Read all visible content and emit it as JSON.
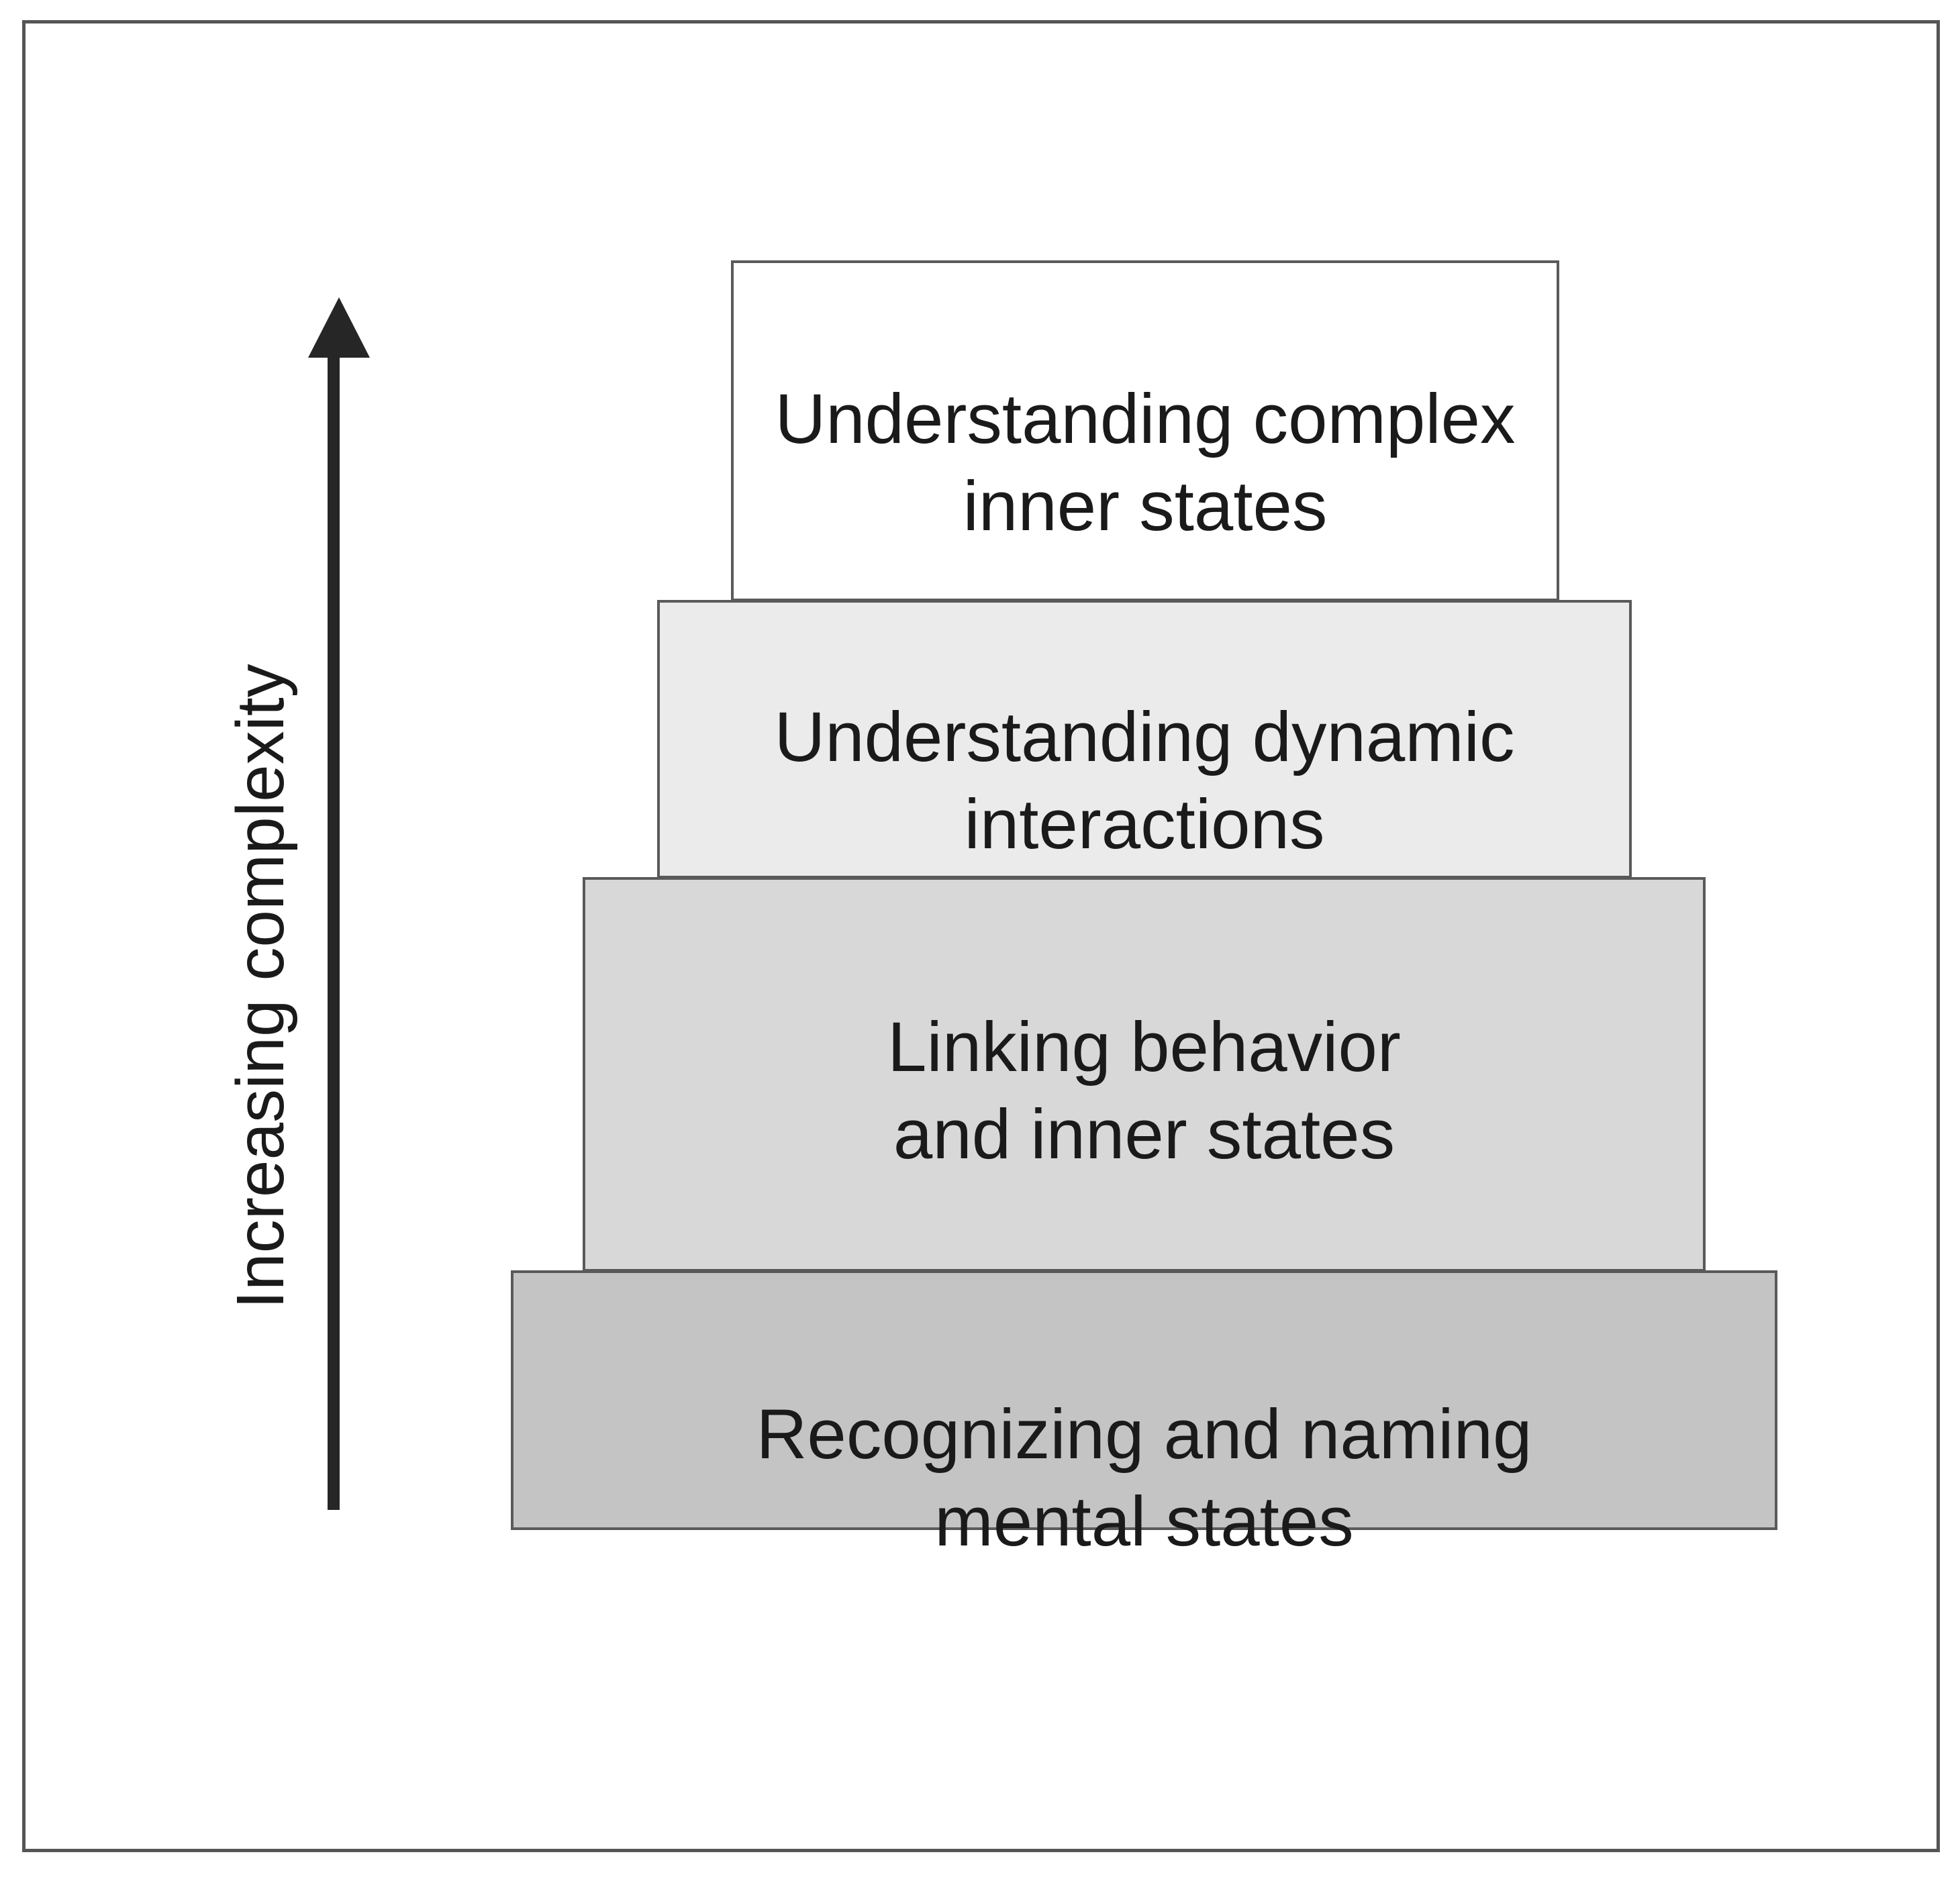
{
  "figure": {
    "type": "pyramid-diagram",
    "background_color": "#ffffff",
    "frame_color": "#555555"
  },
  "axis": {
    "label": "Increasing complexity",
    "direction": "upward",
    "arrow_color": "#262626"
  },
  "chart_data": {
    "type": "pyramid",
    "title": "",
    "ylabel": "Increasing complexity",
    "categories": [
      "Recognizing and naming mental states",
      "Linking behavior and inner states",
      "Understanding dynamic interactions",
      "Understanding complex inner states"
    ],
    "values": [
      4,
      3,
      2,
      1
    ],
    "legend": "none",
    "grid": false,
    "note": "Four stacked tiers; width decreases and complexity increases from bottom to top."
  },
  "tiers": [
    {
      "id": "tier-1",
      "level": 4,
      "label": "Understanding complex\ninner states",
      "fill": "#ffffff",
      "border": "#5a5a5a"
    },
    {
      "id": "tier-2",
      "level": 3,
      "label": "Understanding dynamic\ninteractions",
      "fill": "#ebebeb",
      "border": "#5a5a5a"
    },
    {
      "id": "tier-3",
      "level": 2,
      "label": "Linking behavior\nand inner states",
      "fill": "#d8d8d8",
      "border": "#5a5a5a"
    },
    {
      "id": "tier-4",
      "level": 1,
      "label": "Recognizing and naming\nmental states",
      "fill": "#c4c4c4",
      "border": "#5a5a5a"
    }
  ]
}
